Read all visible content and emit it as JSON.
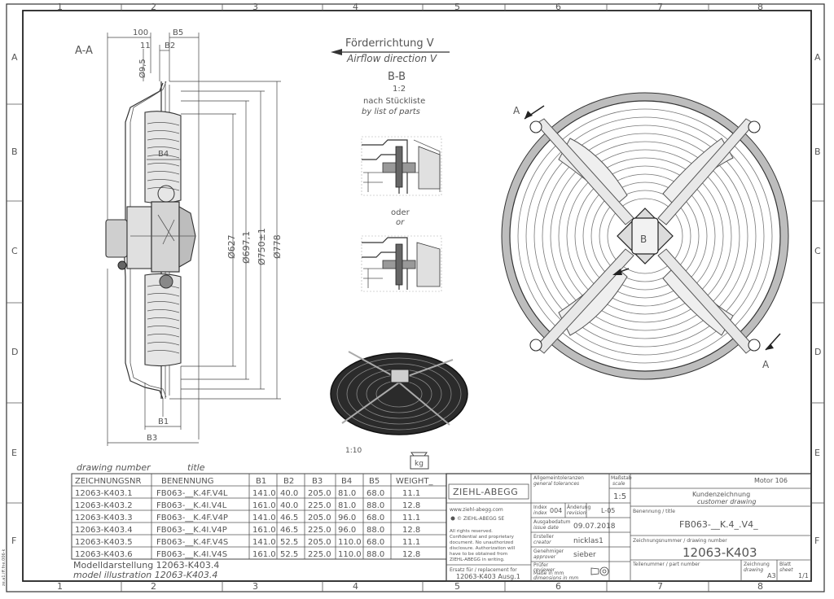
{
  "border": {
    "columns": [
      "1",
      "2",
      "3",
      "4",
      "5",
      "6",
      "7",
      "8"
    ],
    "rows": [
      "A",
      "B",
      "C",
      "D",
      "E",
      "F"
    ],
    "side_code": "ze.a1.iff.fne.006-k"
  },
  "section_aa": {
    "label": "A-A",
    "dims_top": {
      "d100": "100",
      "b5": "B5",
      "d11": "11",
      "b2": "B2",
      "d95": "Ø9,5"
    },
    "dims_right": {
      "d627": "Ø627",
      "d697": "Ø697,1",
      "d750": "Ø750±1",
      "d778": "Ø778"
    },
    "b4": "B4",
    "b1": "B1",
    "b3": "B3"
  },
  "airflow": {
    "de": "Förderrichtung V",
    "en": "Airflow direction V"
  },
  "section_bb": {
    "label": "B-B",
    "scale": "1:2",
    "note_de": "nach Stückliste",
    "note_en": "by list of parts",
    "oder": "oder",
    "or": "or"
  },
  "iso_view": {
    "scale": "1:10"
  },
  "front_view": {
    "label_a_top": "A",
    "label_a_bottom": "A",
    "label_b": "B"
  },
  "kg_symbol": "kg",
  "parts_table": {
    "caption_drawing_number": "drawing number",
    "caption_title": "title",
    "headers": [
      "ZEICHNUNGSNR",
      "BENENNUNG",
      "B1",
      "B2",
      "B3",
      "B4",
      "B5",
      "WEIGHT_"
    ],
    "rows": [
      [
        "12063-K403.1",
        "FB063-__K.4F.V4L",
        "141.0",
        "40.0",
        "205.0",
        "81.0",
        "68.0",
        "11.1"
      ],
      [
        "12063-K403.2",
        "FB063-__K.4I.V4L",
        "161.0",
        "40.0",
        "225.0",
        "81.0",
        "88.0",
        "12.8"
      ],
      [
        "12063-K403.3",
        "FB063-__K.4F.V4P",
        "141.0",
        "46.5",
        "205.0",
        "96.0",
        "68.0",
        "11.1"
      ],
      [
        "12063-K403.4",
        "FB063-__K.4I.V4P",
        "161.0",
        "46.5",
        "225.0",
        "96.0",
        "88.0",
        "12.8"
      ],
      [
        "12063-K403.5",
        "FB063-__K.4F.V4S",
        "141.0",
        "52.5",
        "205.0",
        "110.0",
        "68.0",
        "11.1"
      ],
      [
        "12063-K403.6",
        "FB063-__K.4I.V4S",
        "161.0",
        "52.5",
        "225.0",
        "110.0",
        "88.0",
        "12.8"
      ]
    ],
    "model_de": "Modelldarstellung  12063-K403.4",
    "model_en": "model illustration  12063-K403.4"
  },
  "title_block": {
    "logo": "ZIEHL-ABEGG",
    "tolerance_de": "Allgemeintoleranzen",
    "tolerance_en": "general tolerances",
    "scale_label_de": "Maßstab",
    "scale_label_en": "scale",
    "scale": "1:5",
    "motor": "Motor 106",
    "kunden_de": "Kundenzeichnung",
    "kunden_en": "customer drawing",
    "website": "www.ziehl-abegg.com",
    "copyright_company": "© ZIEHL-ABEGG SE",
    "rights_1": "All rights reserved.",
    "rights_2": "Confidential and proprietary",
    "rights_3": "document. No unauthorized",
    "rights_4": "disclosure. Authorization will",
    "rights_5": "have to be obtained from",
    "rights_6": "ZIEHL-ABEGG in writing.",
    "index_label_de": "Index",
    "index_label_en": "index",
    "index": "004",
    "revision_label_de": "Änderung",
    "revision_label_en": "revision",
    "revision": "L-05",
    "issue_de": "Ausgabedatum",
    "issue_en": "issue date",
    "issue_date": "09.07.2018",
    "creator_de": "Ersteller",
    "creator_en": "creator",
    "creator": "nicklas1",
    "approver_de": "Genehmiger",
    "approver_en": "approver",
    "approver": "sieber",
    "reviewer_de": "Prüfer",
    "reviewer_en": "reviewer",
    "title_label": "Benennung / title",
    "title": "FB063-__K.4_.V4_",
    "drawing_no_label": "Zeichnungsnummer / drawing number",
    "drawing_no": "12063-K403",
    "replacement_label": "Ersatz für / replacement for",
    "replacement": "12063-K403 Ausg.1",
    "dims_label_de": "Maße in mm",
    "dims_label_en": "dimensions in mm",
    "part_label": "Teilenummer / part number",
    "format_label_de": "Zeichnung",
    "format_label_en": "drawing",
    "format": "A3",
    "sheet_label_de": "Blatt",
    "sheet_label_en": "sheet",
    "sheet": "1/1"
  }
}
